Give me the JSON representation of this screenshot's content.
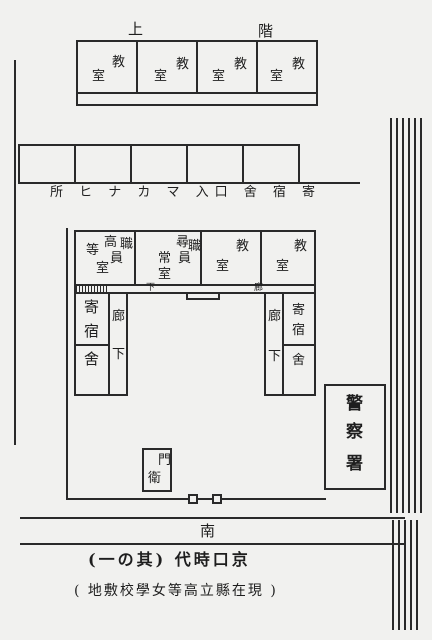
{
  "top": {
    "label_left": "上",
    "label_right": "階",
    "rooms": [
      {
        "a": "室",
        "b": "教"
      },
      {
        "a": "室",
        "b": "教"
      },
      {
        "a": "室",
        "b": "教"
      },
      {
        "a": "室",
        "b": "教"
      }
    ]
  },
  "dorm_row": {
    "label": "所 ヒ ナ カ マ 入口 舍 宿 寄"
  },
  "main_rooms": [
    {
      "a": "等",
      "b": "高",
      "c": "員",
      "d": "職",
      "e": "室"
    },
    {
      "a": "常",
      "b": "尋",
      "c": "員",
      "d": "職",
      "e": "室"
    },
    {
      "a": "教",
      "b": "室"
    },
    {
      "a": "教",
      "b": "室"
    }
  ],
  "corridor": {
    "label_left": "下",
    "label_right": "廊"
  },
  "left_wing": {
    "room_top": "寄",
    "room_mid": "宿",
    "room_bottom": "舍",
    "corridor_a": "廊",
    "corridor_b": "下"
  },
  "right_wing": {
    "room_top": "寄",
    "room_mid": "宿",
    "room_bottom": "舍",
    "corridor_a": "廊",
    "corridor_b": "下"
  },
  "gatehouse": {
    "a": "門",
    "b": "衛"
  },
  "police": {
    "a": "警",
    "b": "察",
    "c": "署"
  },
  "south_label": "南",
  "caption": {
    "title": "(一の其) 代時口京",
    "subtitle": "( 地敷校學女等高立縣在現 )"
  },
  "colors": {
    "ink": "#2a2a2a",
    "paper": "#f1f1ef"
  }
}
